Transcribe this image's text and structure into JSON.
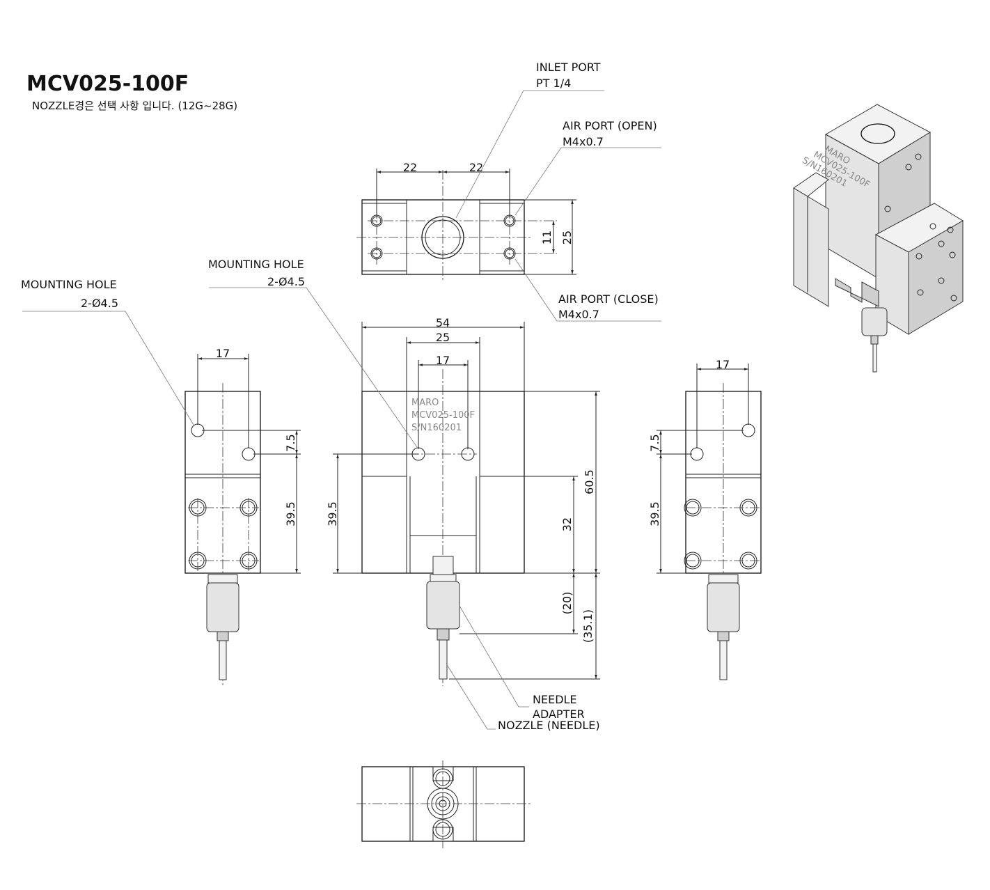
{
  "title": "MCV025-100F",
  "note": "NOZZLE경은 선택 사항 입니다. (12G~28G)",
  "labels": {
    "inlet_port": "INLET PORT",
    "inlet_port_spec": "PT 1/4",
    "air_port_open": "AIR PORT (OPEN)",
    "air_port_open_spec": "M4x0.7",
    "air_port_close": "AIR PORT (CLOSE)",
    "air_port_close_spec": "M4x0.7",
    "mounting_hole_left": "MOUNTING HOLE",
    "mounting_hole_left_spec": "2-Ø4.5",
    "mounting_hole_center": "MOUNTING HOLE",
    "mounting_hole_center_spec": "2-Ø4.5",
    "needle_adapter_1": "NEEDLE",
    "needle_adapter_2": "ADAPTER",
    "nozzle_needle": "NOZZLE (NEEDLE)"
  },
  "engraving": [
    "MARO",
    "MCV025-100F",
    "S/N160201"
  ],
  "iso_engraving": [
    "MARO",
    "MCV025-100F",
    "S/N160201"
  ],
  "dimensions": {
    "top_left": "22",
    "top_right": "22",
    "top_11": "11",
    "top_25": "25",
    "front_54": "54",
    "front_25": "25",
    "front_17": "17",
    "front_60_5": "60.5",
    "front_39_5": "39.5",
    "front_32": "32",
    "front_20": "(20)",
    "front_35_1": "(35.1)",
    "left_17": "17",
    "left_7_5": "7.5",
    "left_39_5": "39.5",
    "right_17": "17",
    "right_7_5": "7.5",
    "right_39_5": "39.5"
  }
}
